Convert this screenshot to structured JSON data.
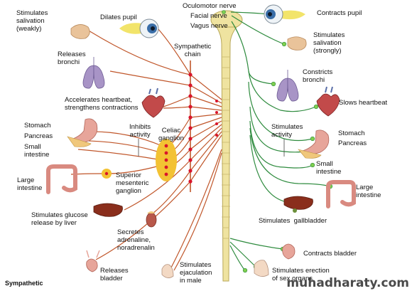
{
  "nerves": {
    "oculomotor": "Oculomotor nerve",
    "facial": "Facial nerve",
    "vagus": "Vagus nerve"
  },
  "sympathetic": {
    "saliva": "Stimulates\nsalivation\n(weakly)",
    "pupil": "Dilates pupil",
    "bronchi": "Releases\nbronchi",
    "chain": "Sympathetic\nchain",
    "heart": "Accelerates heartbeat,\nstrengthens contractions",
    "stomach": "Stomach",
    "pancreas": "Pancreas",
    "small_intestine": "Small\nintestine",
    "inhibits": "Inhibits\nactivity",
    "celiac": "Celiac\nganglion",
    "large_intestine": "Large\nintestine",
    "mesenteric": "Superior\nmesenteric\nganglion",
    "glucose": "Stimulates glucose\nrelease by liver",
    "adrenal": "Secretes\nadrenaline,\nnoradrenalin",
    "bladder": "Releases\nbladder",
    "ejaculation": "Stimulates\nejaculation\nin male",
    "footer": "Sympathetic"
  },
  "parasympathetic": {
    "pupil": "Contracts pupil",
    "saliva": "Stimulates\nsalivation\n(strongly)",
    "bronchi": "Constricts\nbronchi",
    "heart": "Slows heartbeat",
    "activity": "Stimulates\nactivity",
    "stomach": "Stomach",
    "pancreas": "Pancreas",
    "small_intestine": "Small\nintestine",
    "large_intestine": "Large\nintestine",
    "gallbladder": "Stimulates  gallbladder",
    "bladder": "Contracts bladder",
    "sex": "Stimulates erection\nof sex organs"
  },
  "watermark": "muhadharaty.com",
  "colors": {
    "sympathetic_nerve": "#c0562a",
    "parasympathetic_nerve": "#2e8b3e",
    "ganglion_node": "#d9142b",
    "para_node": "#7fcf4f",
    "spinal_cord": "#efe3a0",
    "ganglion_mass": "#f3c233",
    "organ_red": "#c24a4a",
    "organ_pink": "#e7a59a",
    "lung": "#a894c6",
    "liver": "#8a2e1c"
  }
}
